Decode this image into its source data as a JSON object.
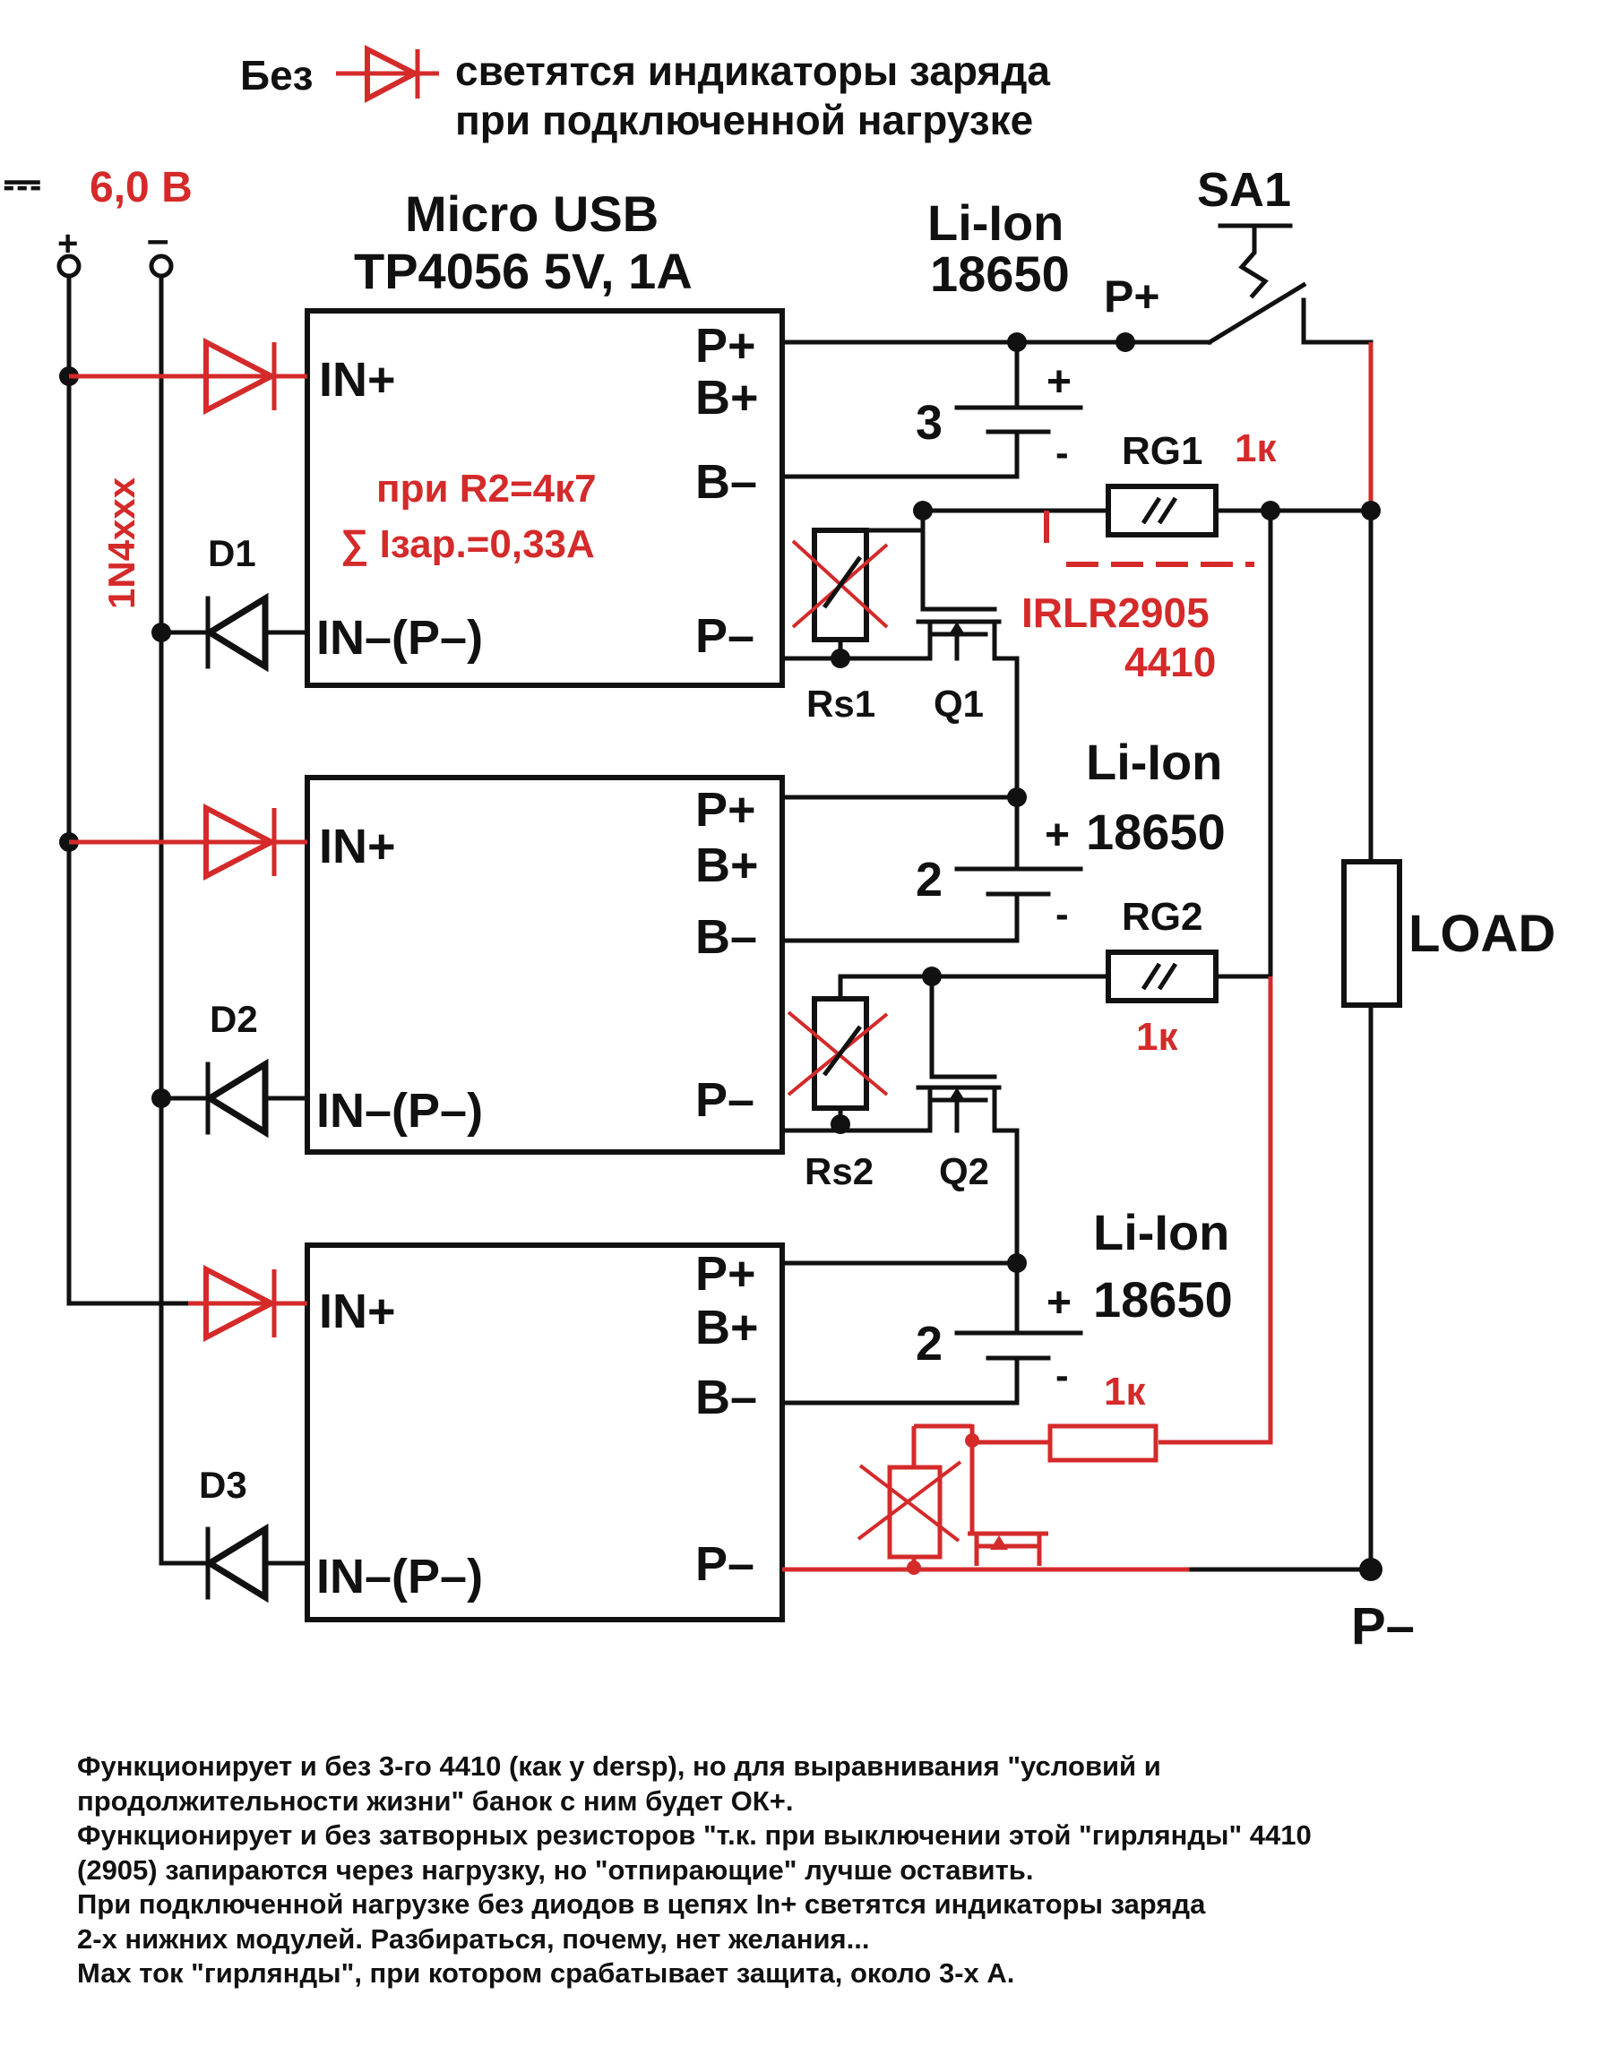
{
  "header": {
    "line1_before": "Без",
    "line1_after": "светятся индикаторы заряда",
    "line2": "при подключенной нагрузке",
    "diode_icon": "red-diode-icon"
  },
  "supply": {
    "symbol": "⎓",
    "voltage": "6,0 В",
    "plus": "+",
    "minus": "–"
  },
  "module": {
    "title_line1": "Micro USB",
    "title_line2": "TP4056 5V, 1A",
    "pins": {
      "in_plus": "IN+",
      "in_minus": "IN–(P–)",
      "p_plus": "P+",
      "b_plus": "B+",
      "b_minus": "B–",
      "p_minus": "P–"
    }
  },
  "diode_series": "1N4xxx",
  "note_r2": "при R2=4к7",
  "note_i": "∑ Iзар.=0,33А",
  "batteries": [
    {
      "line1": "Li-Ion",
      "line2": "18650",
      "number": "3",
      "plus": "+",
      "minus": "-"
    },
    {
      "line1": "Li-Ion",
      "line2": "18650",
      "number": "2",
      "plus": "+",
      "minus": "-"
    },
    {
      "line1": "Li-Ion",
      "line2": "18650",
      "number": "2",
      "plus": "+",
      "minus": "-"
    }
  ],
  "switch": "SA1",
  "p_plus": "P+",
  "p_minus": "P–",
  "load": "LOAD",
  "diodes": [
    "D1",
    "D2",
    "D3"
  ],
  "resistors": {
    "rg1": "RG1",
    "rg2": "RG2",
    "r1k_1": "1к",
    "r1k_2": "1к",
    "r1k_3": "1к",
    "rs1": "Rs1",
    "rs2": "Rs2"
  },
  "transistors": {
    "q1": "Q1",
    "q2": "Q2",
    "part_line1": "IRLR2905",
    "part_line2": "4410"
  },
  "colors": {
    "ink": "#111111",
    "accent": "#d42a2a",
    "background": "#ffffff"
  },
  "notes": [
    " Функционирует и без 3-го 4410 (как у dersp), но для выравнивания \"условий и",
    "продолжительности жизни\" банок с ним будет ОК+.",
    " Функционирует и без затворных резисторов \"т.к. при выключении этой \"гирлянды\" 4410",
    "(2905) запираются через нагрузку, но \"отпирающие\" лучше оставить.",
    " При подключенной нагрузке без диодов в цепях In+ светятся индикаторы заряда",
    "2-х нижних модулей. Разбираться, почему, нет желания...",
    "Мах ток \"гирлянды\", при котором срабатывает защита, около 3-х А."
  ]
}
